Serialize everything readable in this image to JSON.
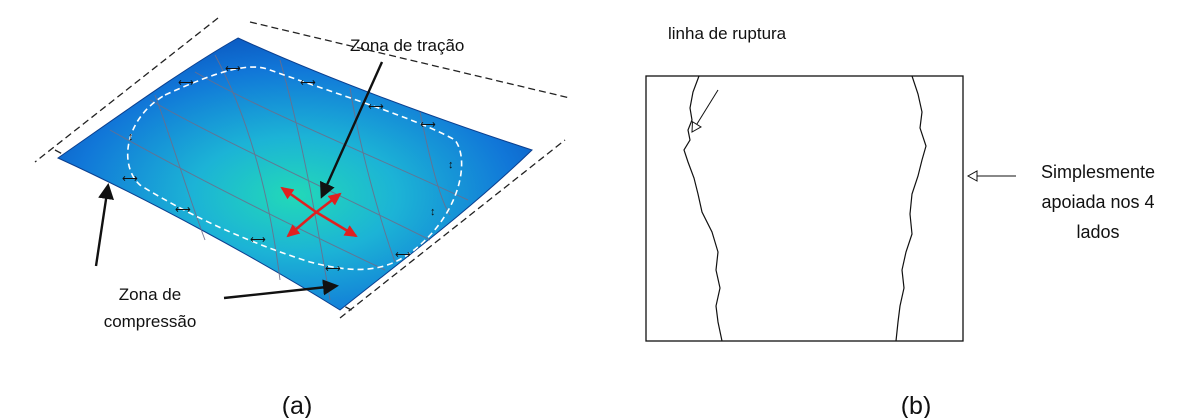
{
  "panel_a": {
    "label": "(a)",
    "tension_zone": "Zona de tração",
    "compression_zone_line1": "Zona de",
    "compression_zone_line2": "compressão"
  },
  "panel_b": {
    "label": "(b)",
    "rupture_line": "linha de ruptura",
    "support_line1": "Simplesmente",
    "support_line2": "apoiada nos 4",
    "support_line3": "lados"
  },
  "colors": {
    "plate_dark": "#0a5fc4",
    "plate_light": "#22d6c0",
    "stress_arrows": "#e02020",
    "ink": "#111111"
  }
}
